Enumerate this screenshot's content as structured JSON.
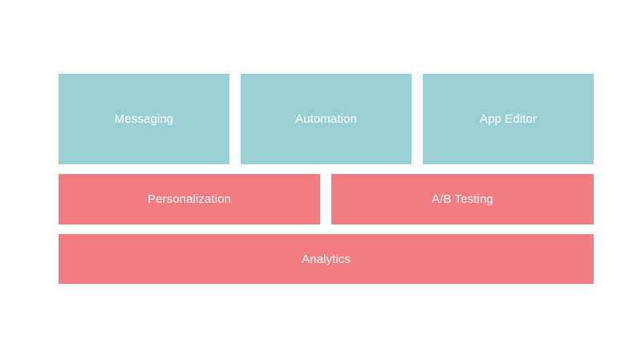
{
  "colors": {
    "top_row": "#9acfd6",
    "bottom_rows": "#f27c81",
    "text": "#ffffff",
    "background": "#ffffff"
  },
  "blocks": {
    "messaging": "Messaging",
    "automation": "Automation",
    "app_editor": "App Editor",
    "personalization": "Personalization",
    "ab_testing": "A/B Testing",
    "analytics": "Analytics"
  }
}
